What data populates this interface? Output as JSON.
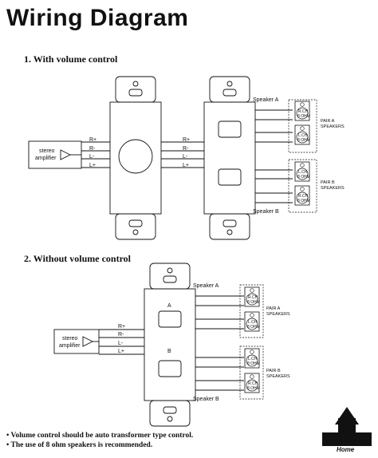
{
  "title": "Wiring Diagram",
  "section1": {
    "heading": "1. With volume control",
    "amp": [
      "stereo",
      "amplifier"
    ],
    "wires_left": [
      "R+",
      "R-",
      "L-",
      "L+"
    ],
    "wires_mid": [
      "R+",
      "R-",
      "L-",
      "L+"
    ],
    "speaker_a": "Speaker A",
    "speaker_b": "Speaker B",
    "pair_a": [
      "PAIR A",
      "SPEAKERS"
    ],
    "pair_b": [
      "PAIR B",
      "SPEAKERS"
    ],
    "spk_a": [
      [
        "R.CH",
        "8 OHM"
      ],
      [
        "L.CH",
        "8 OHM"
      ]
    ],
    "spk_b": [
      [
        "L.CH",
        "8 OHM"
      ],
      [
        "R.CH",
        "8 OHM"
      ]
    ]
  },
  "section2": {
    "heading": "2. Without volume control",
    "amp": [
      "stereo",
      "amplifier"
    ],
    "wires": [
      "R+",
      "R-",
      "L-",
      "L+"
    ],
    "jack_a": "A",
    "jack_b": "B",
    "speaker_a": "Speaker A",
    "speaker_b": "Speaker B",
    "pair_a": [
      "PAIR A",
      "SPEAKERS"
    ],
    "pair_b": [
      "PAIR B",
      "SPEAKERS"
    ],
    "spk_a": [
      [
        "R.CH",
        "8 OHM"
      ],
      [
        "L.CH",
        "8 OHM"
      ]
    ],
    "spk_b": [
      [
        "L.CH",
        "8 OHM"
      ],
      [
        "R.CH",
        "8 OHM"
      ]
    ]
  },
  "notes": [
    "• Volume control should be auto transformer type control.",
    "• The use of 8 ohm speakers is recommended."
  ],
  "logo": {
    "main": "PYLE",
    "sub": "Home"
  }
}
